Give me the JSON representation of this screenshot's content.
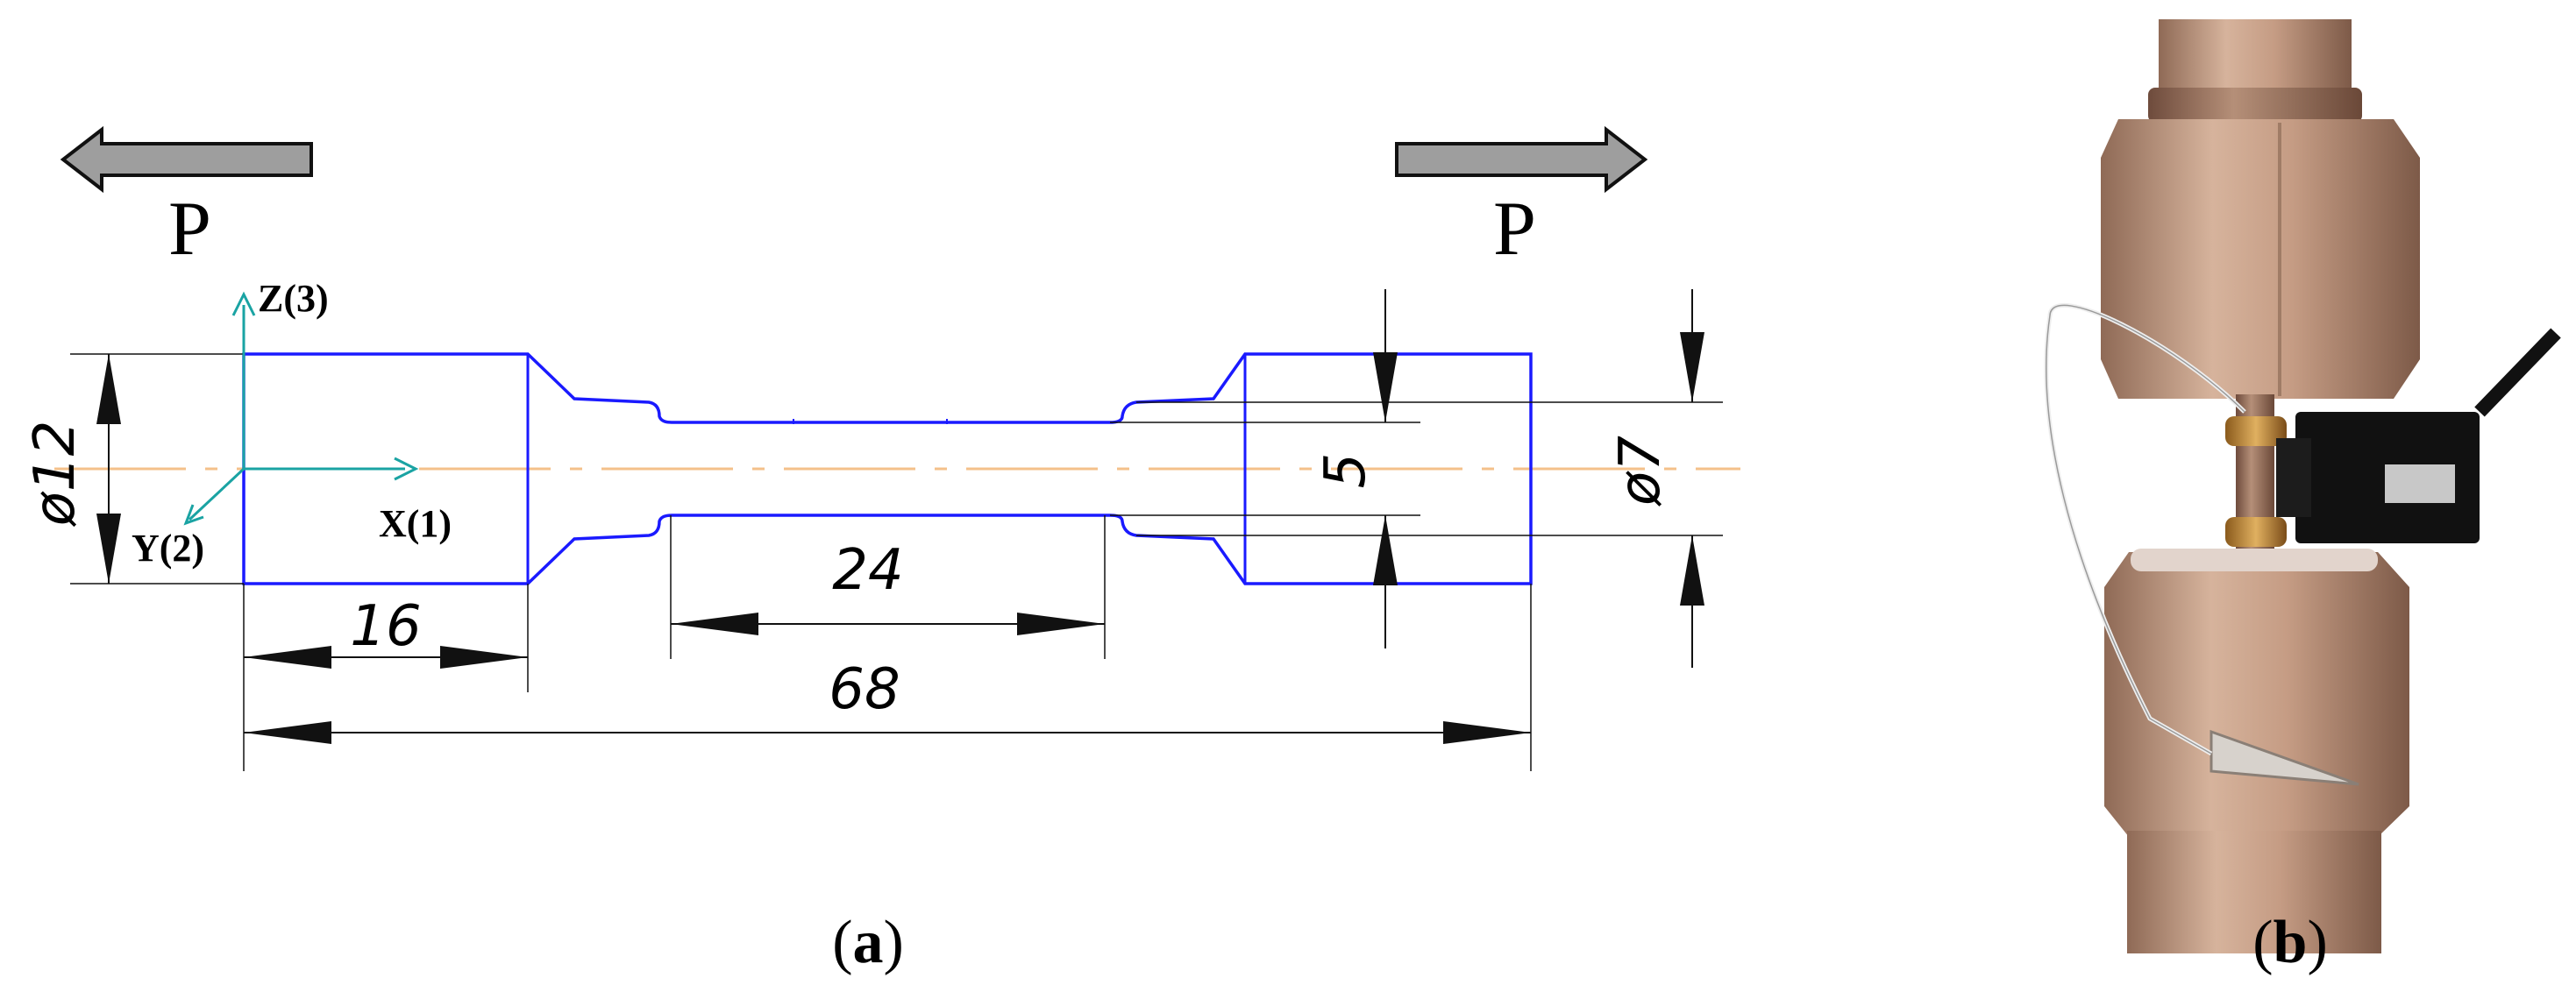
{
  "loads": {
    "left_label": "P",
    "right_label": "P",
    "arrow_fill": "#9e9e9e"
  },
  "axes": {
    "z_label": "Z(3)",
    "x_label": "X(1)",
    "y_label": "Y(2)",
    "color": "#1aa3a3"
  },
  "dimensions": {
    "outer_diameter": "ø12",
    "grip_length": "16",
    "gauge_length": "24",
    "total_length": "68",
    "gauge_diameter": "5",
    "thread_diameter": "ø7"
  },
  "colors": {
    "outline": "#1a1aff",
    "centerline": "#f4c08a"
  },
  "captions": {
    "a_open": "(",
    "a_letter": "a",
    "a_close": ")",
    "b_open": "(",
    "b_letter": "b",
    "b_close": ")"
  }
}
